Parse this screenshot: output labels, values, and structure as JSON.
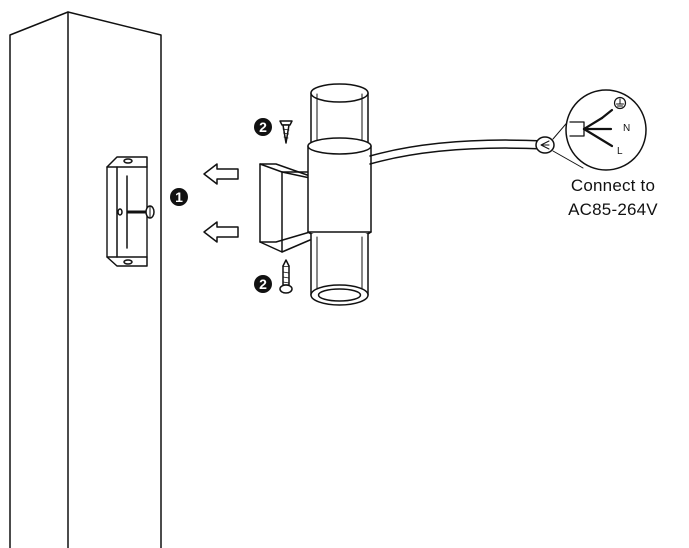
{
  "steps": {
    "one": "1",
    "two": "2"
  },
  "wiring": {
    "caption_line1": "Connect to",
    "caption_line2": "AC85-264V",
    "neutral": "N",
    "live": "L",
    "ground_icon": "earth-ground-icon"
  }
}
